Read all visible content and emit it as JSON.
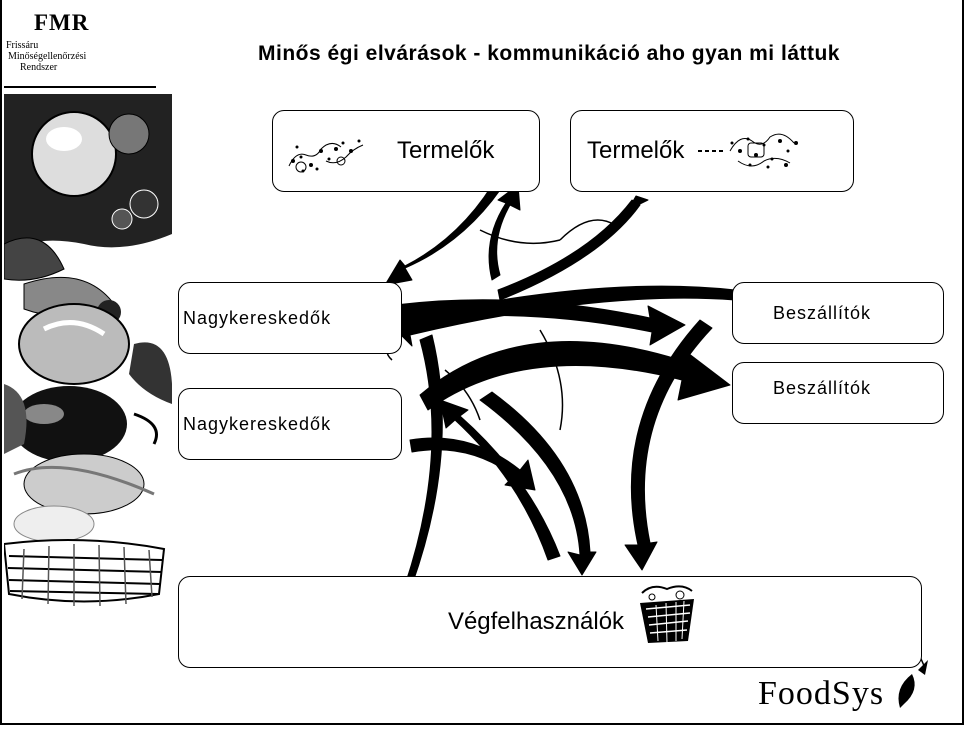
{
  "logo": {
    "title": "FMR",
    "subtitle_lines": [
      "Frissáru",
      "Minőségellenőrzési",
      "Rendszer"
    ]
  },
  "header": {
    "title": "Minős égi elvárások - kommunikáció aho gyan mi láttuk"
  },
  "nodes": {
    "producer_left": "Termelők",
    "producer_right": "Termelők",
    "wholesaler_top": "Nagykereskedők",
    "wholesaler_bottom": "Nagykereskedők",
    "supplier_top": "Beszállítók",
    "supplier_bottom": "Beszállítók",
    "end_users": "Végfelhasználók"
  },
  "footer": {
    "brand": "FoodSys"
  },
  "icons": {
    "producer_left_icon": "tractor-sketch-icon",
    "producer_right_icon": "vegetables-sketch-icon",
    "basket_icon": "shopping-basket-icon",
    "side_image": "fruit-still-life-image",
    "brand_leaf": "leaf-icon"
  }
}
